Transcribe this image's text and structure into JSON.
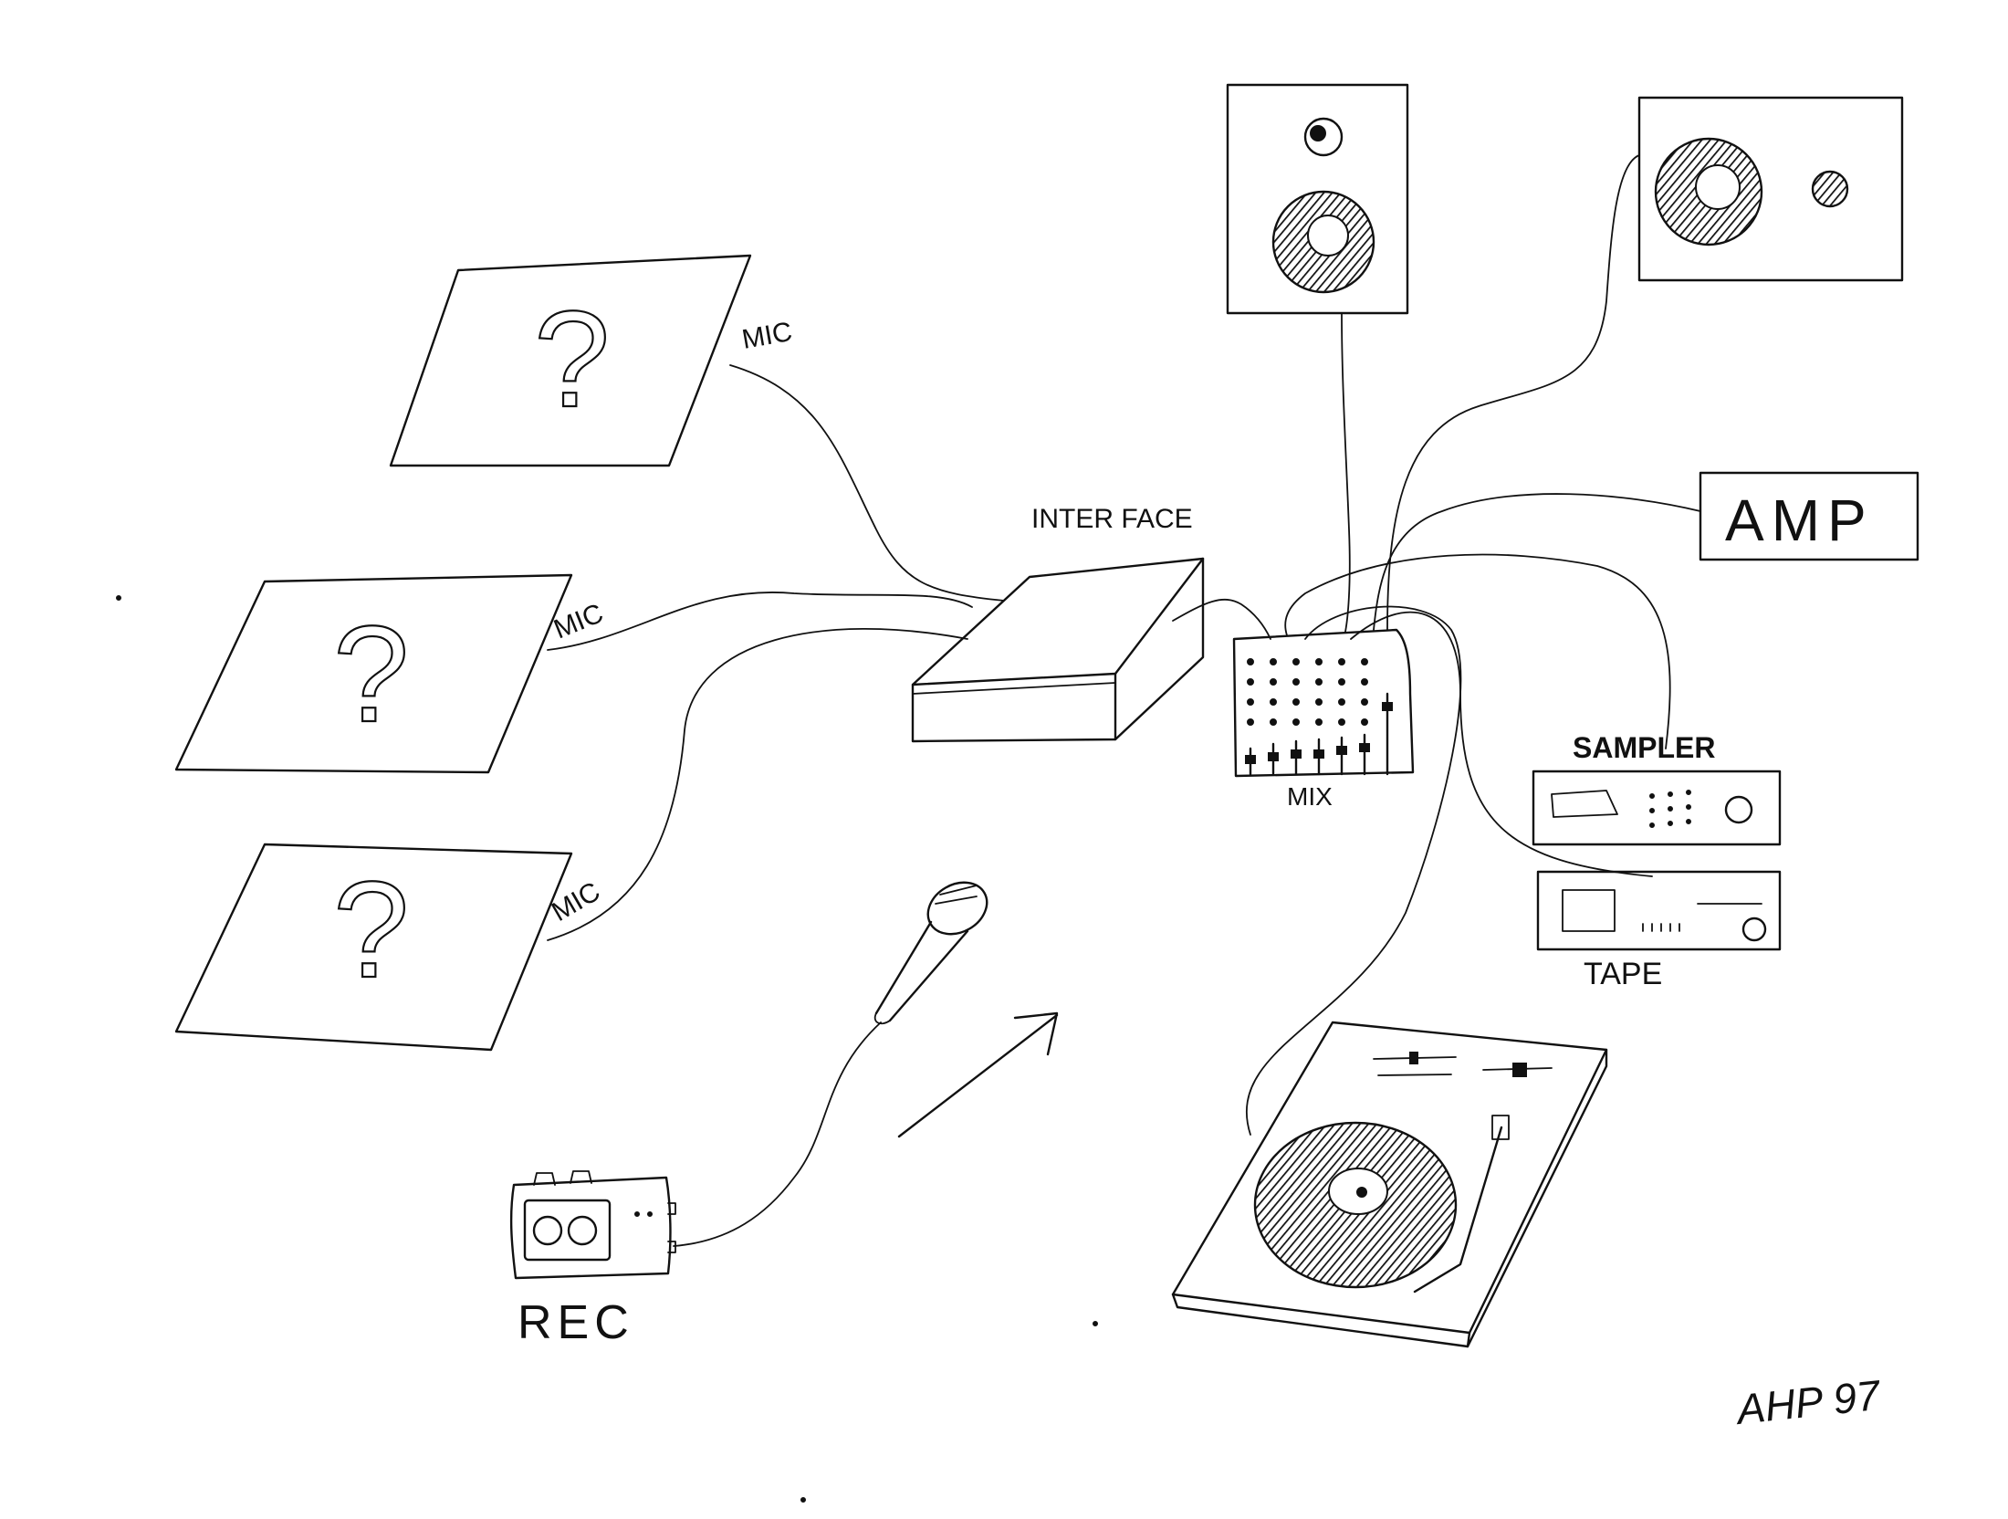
{
  "labels": {
    "mic_1": "MIC",
    "mic_2": "MIC",
    "mic_3": "MIC",
    "question_1": "?",
    "question_2": "?",
    "question_3": "?",
    "interface": "INTER FACE",
    "mix": "MIX",
    "amp": "AMP",
    "sampler": "SAMPLER",
    "tape": "TAPE",
    "rec": "REC",
    "signature": "AHP 97"
  },
  "colors": {
    "ink": "#111111",
    "paper": "#ffffff"
  }
}
